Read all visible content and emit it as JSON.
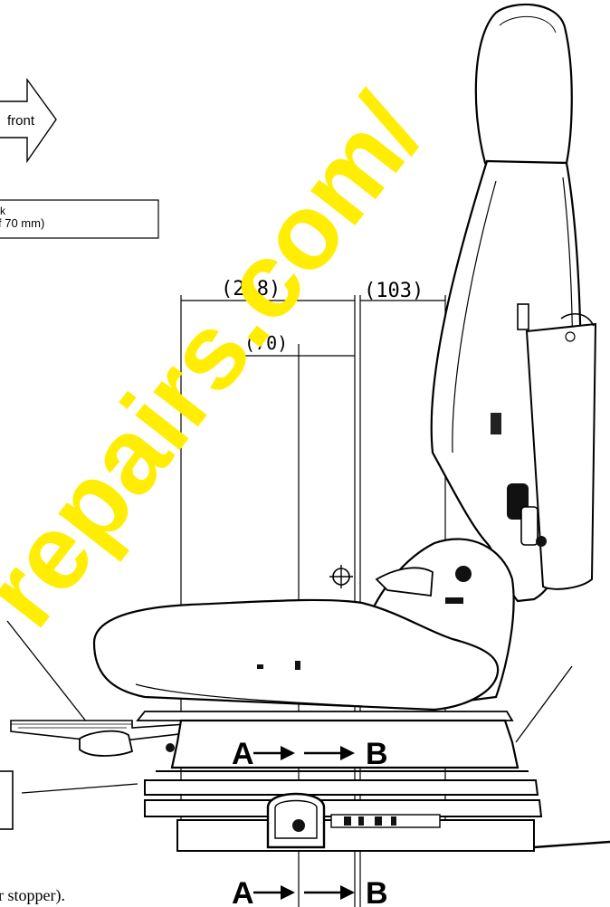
{
  "labels": {
    "front": "front",
    "stroke_line1": "k",
    "stroke_line2": "f 70 mm)",
    "caption_fragment": "r stopper)."
  },
  "dimensions": {
    "d1": "(2 8)",
    "d2": "(103)",
    "d3": "(70)"
  },
  "section_markers": {
    "upper_a": "A",
    "upper_b": "B",
    "lower_a": "A",
    "lower_b": "B"
  },
  "watermark": {
    "text": "repairs.com/"
  },
  "colors": {
    "line": "#000000",
    "watermark": "#ffee00",
    "background": "#ffffff"
  }
}
